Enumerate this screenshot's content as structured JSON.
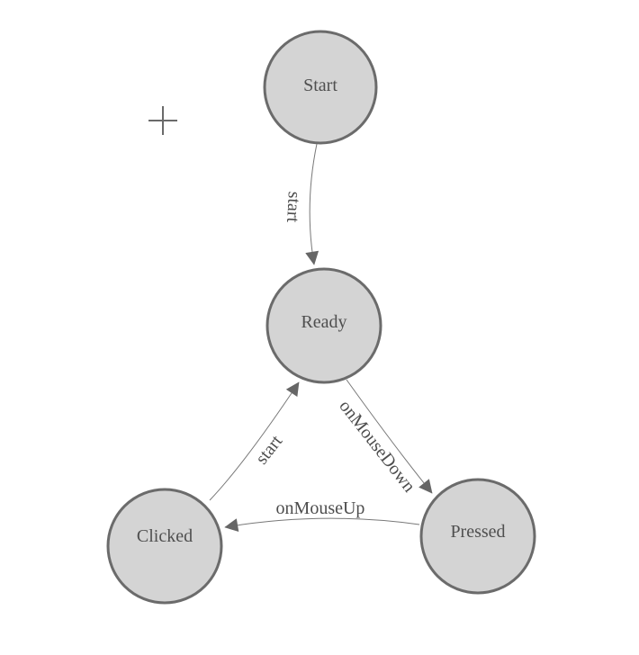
{
  "diagram": {
    "type": "state-machine",
    "nodes": [
      {
        "id": "start",
        "label": "Start"
      },
      {
        "id": "ready",
        "label": "Ready"
      },
      {
        "id": "clicked",
        "label": "Clicked"
      },
      {
        "id": "pressed",
        "label": "Pressed"
      }
    ],
    "edges": [
      {
        "id": "start-to-ready",
        "from": "start",
        "to": "ready",
        "label": "start"
      },
      {
        "id": "clicked-to-ready",
        "from": "clicked",
        "to": "ready",
        "label": "start"
      },
      {
        "id": "ready-to-pressed",
        "from": "ready",
        "to": "pressed",
        "label": "onMouseDown"
      },
      {
        "id": "pressed-to-clicked",
        "from": "pressed",
        "to": "clicked",
        "label": "onMouseUp"
      }
    ],
    "icons": [
      {
        "id": "crosshair-plus-icon",
        "glyph": "+"
      }
    ],
    "colors": {
      "background": "#ffffff",
      "node_fill": "#d4d4d4",
      "node_border": "#6b6b6b",
      "node_text": "#4f4f4f",
      "edge_line": "#787878",
      "edge_label_text": "#4d4d4d",
      "arrowhead": "#666666",
      "crosshair": "#6a6a6a"
    }
  }
}
